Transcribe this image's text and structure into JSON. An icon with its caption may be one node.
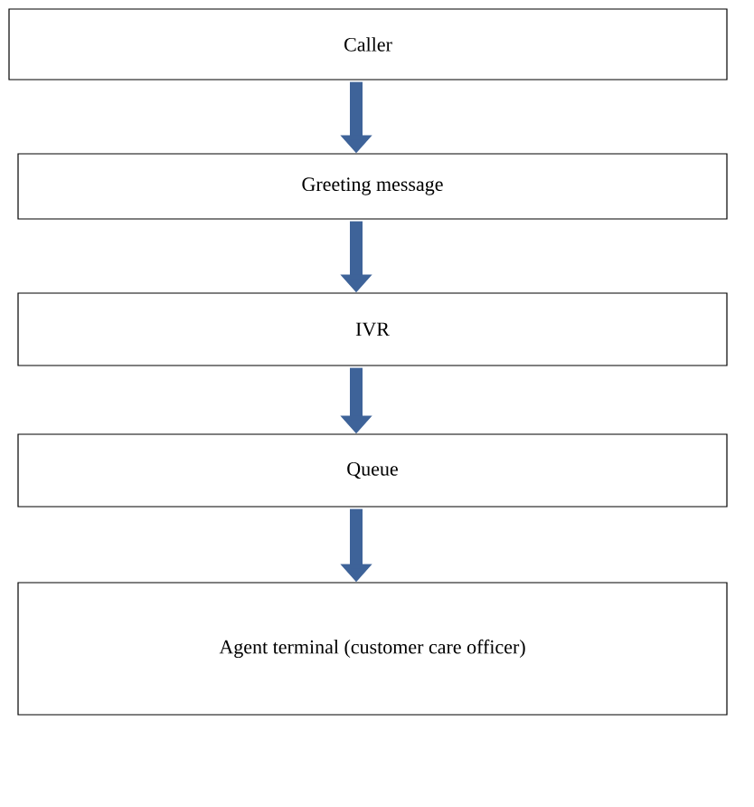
{
  "diagram": {
    "nodes": [
      {
        "text": [
          "Caller"
        ]
      },
      {
        "text": [
          "Greeting message"
        ]
      },
      {
        "text": [
          "IVR"
        ]
      },
      {
        "text": [
          "Queue"
        ]
      },
      {
        "text": [
          "Agent terminal (customer care officer)"
        ]
      }
    ],
    "edges": [
      {
        "from": 0,
        "to": 1,
        "arrow": "to"
      },
      {
        "from": 1,
        "to": 2,
        "arrow": "to"
      },
      {
        "from": 2,
        "to": 3,
        "arrow": "to"
      },
      {
        "from": 3,
        "to": 4,
        "arrow": "to"
      }
    ]
  }
}
